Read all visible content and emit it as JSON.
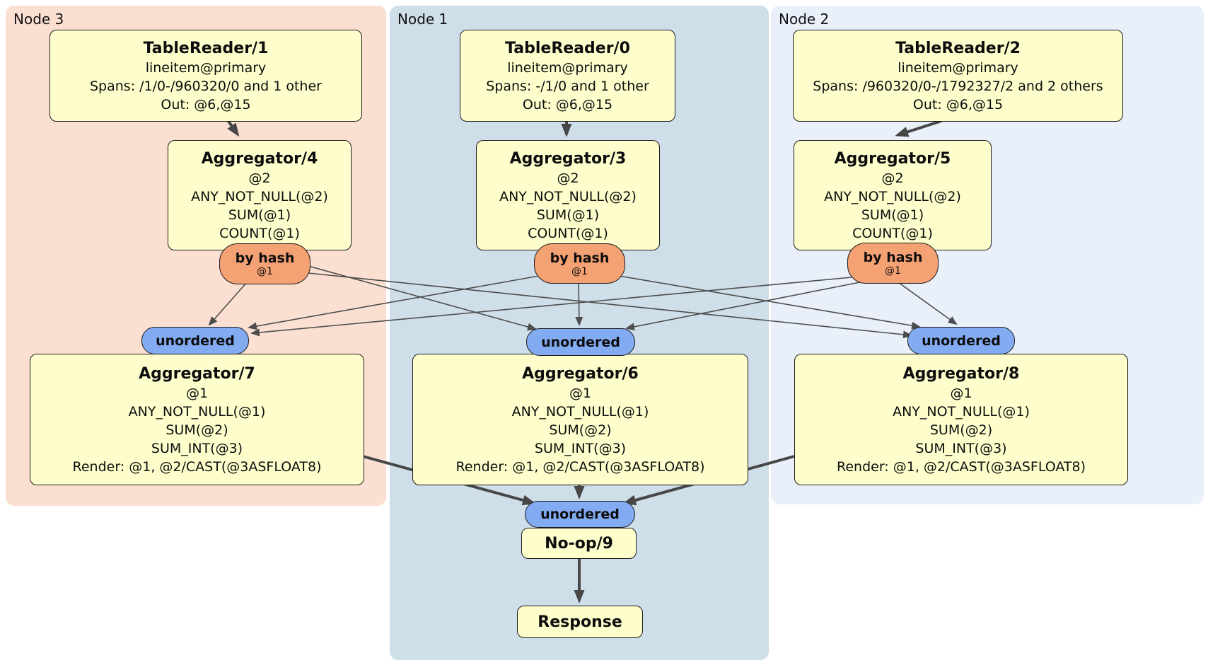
{
  "colors": {
    "node3_bg": "#fbe0d2",
    "node1_bg": "#cfdfe9",
    "node2_bg": "#e9f0fa",
    "box_bg": "#fefecd",
    "hash_oval_bg": "#f4a174",
    "unordered_oval_bg": "#82abf2",
    "edge_thin": "#4d4d4d",
    "edge_thick": "#474747"
  },
  "panels": {
    "node3": {
      "label": "Node 3"
    },
    "node1": {
      "label": "Node 1"
    },
    "node2": {
      "label": "Node 2"
    }
  },
  "nodes": {
    "tr1": {
      "title": "TableReader/1",
      "lines": [
        "lineitem@primary",
        "Spans: /1/0-/960320/0 and 1 other",
        "Out: @6,@15"
      ]
    },
    "tr0": {
      "title": "TableReader/0",
      "lines": [
        "lineitem@primary",
        "Spans: -/1/0 and 1 other",
        "Out: @6,@15"
      ]
    },
    "tr2": {
      "title": "TableReader/2",
      "lines": [
        "lineitem@primary",
        "Spans: /960320/0-/1792327/2 and 2 others",
        "Out: @6,@15"
      ]
    },
    "agg4": {
      "title": "Aggregator/4",
      "lines": [
        "@2",
        "ANY_NOT_NULL(@2)",
        "SUM(@1)",
        "COUNT(@1)"
      ]
    },
    "agg3": {
      "title": "Aggregator/3",
      "lines": [
        "@2",
        "ANY_NOT_NULL(@2)",
        "SUM(@1)",
        "COUNT(@1)"
      ]
    },
    "agg5": {
      "title": "Aggregator/5",
      "lines": [
        "@2",
        "ANY_NOT_NULL(@2)",
        "SUM(@1)",
        "COUNT(@1)"
      ]
    },
    "agg7": {
      "title": "Aggregator/7",
      "lines": [
        "@1",
        "ANY_NOT_NULL(@1)",
        "SUM(@2)",
        "SUM_INT(@3)",
        "Render: @1, @2/CAST(@3ASFLOAT8)"
      ]
    },
    "agg6": {
      "title": "Aggregator/6",
      "lines": [
        "@1",
        "ANY_NOT_NULL(@1)",
        "SUM(@2)",
        "SUM_INT(@3)",
        "Render: @1, @2/CAST(@3ASFLOAT8)"
      ]
    },
    "agg8": {
      "title": "Aggregator/8",
      "lines": [
        "@1",
        "ANY_NOT_NULL(@1)",
        "SUM(@2)",
        "SUM_INT(@3)",
        "Render: @1, @2/CAST(@3ASFLOAT8)"
      ]
    },
    "noop": {
      "title": "No-op/9"
    },
    "response": {
      "title": "Response"
    }
  },
  "connectors": {
    "hash4": {
      "label": "by hash",
      "sub": "@1"
    },
    "hash3": {
      "label": "by hash",
      "sub": "@1"
    },
    "hash5": {
      "label": "by hash",
      "sub": "@1"
    },
    "unordered7": {
      "label": "unordered"
    },
    "unordered6": {
      "label": "unordered"
    },
    "unordered8": {
      "label": "unordered"
    },
    "unordered9": {
      "label": "unordered"
    }
  }
}
